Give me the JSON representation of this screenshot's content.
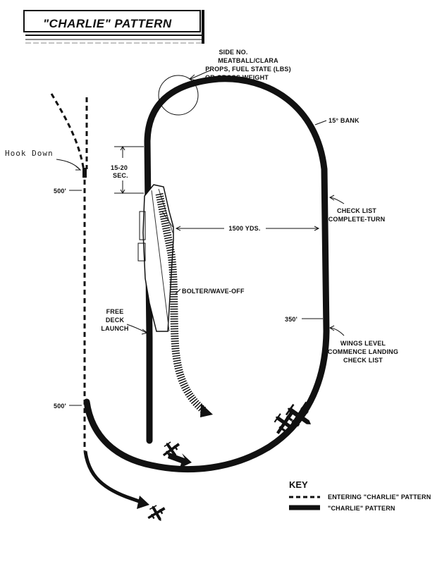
{
  "title": "\"CHARLIE\" PATTERN",
  "labels": {
    "side_no_1": "SIDE NO.",
    "side_no_2": "MEATBALL/CLARA",
    "side_no_3": "PROPS, FUEL STATE (LBS)",
    "side_no_4": "OR GROSS WEIGHT",
    "bank": "15° BANK",
    "hook_down": "Hook Down",
    "interval_1": "15-20",
    "interval_2": "SEC.",
    "alt_upper": "500'",
    "alt_lower": "500'",
    "alt_right": "350'",
    "distance": "1500 YDS.",
    "checklist_1": "CHECK LIST",
    "checklist_2": "COMPLETE-TURN",
    "bolter": "BOLTER/WAVE-OFF",
    "free_deck_1": "FREE",
    "free_deck_2": "DECK",
    "free_deck_3": "LAUNCH",
    "wings_1": "WINGS LEVEL",
    "wings_2": "COMMENCE LANDING",
    "wings_3": "CHECK LIST"
  },
  "key": {
    "title": "KEY",
    "entering": "ENTERING \"CHARLIE\" PATTERN",
    "pattern": "\"CHARLIE\" PATTERN"
  },
  "colors": {
    "ink": "#111111",
    "paper": "#ffffff"
  },
  "icons": [
    "aircraft-icon",
    "carrier-ship-icon",
    "arrow-icon"
  ]
}
